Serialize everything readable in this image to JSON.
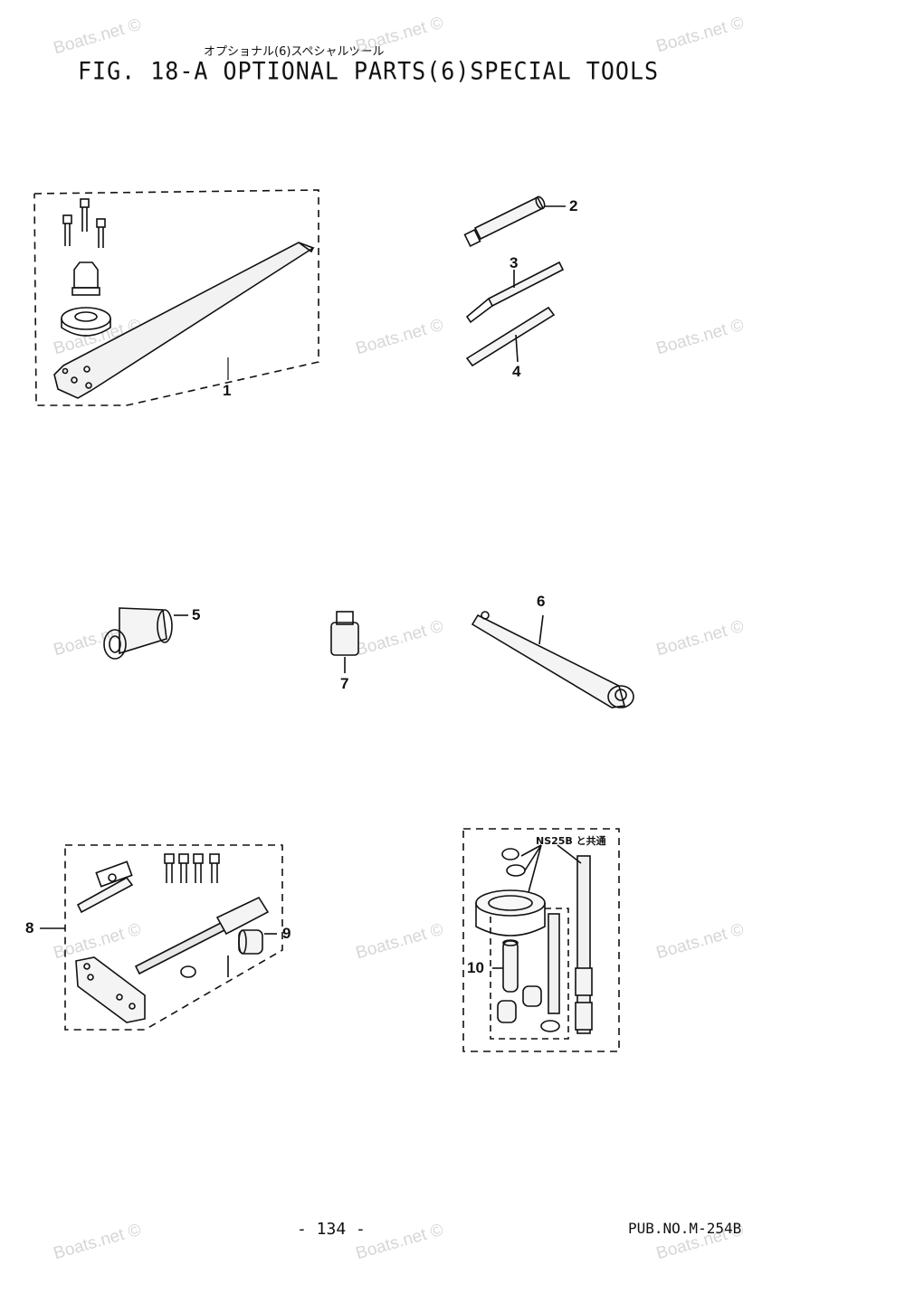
{
  "header": {
    "japanese_title": "オプショナル(6)スペシャルツール",
    "title": "FIG. 18-A OPTIONAL PARTS(6)SPECIAL TOOLS"
  },
  "watermark": "Boats.net ©",
  "callouts": [
    "1",
    "2",
    "3",
    "4",
    "5",
    "6",
    "7",
    "8",
    "9",
    "10"
  ],
  "note": "NS25B と共通",
  "footer": {
    "page": "- 134 -",
    "pub": "PUB.NO.M-254B"
  }
}
